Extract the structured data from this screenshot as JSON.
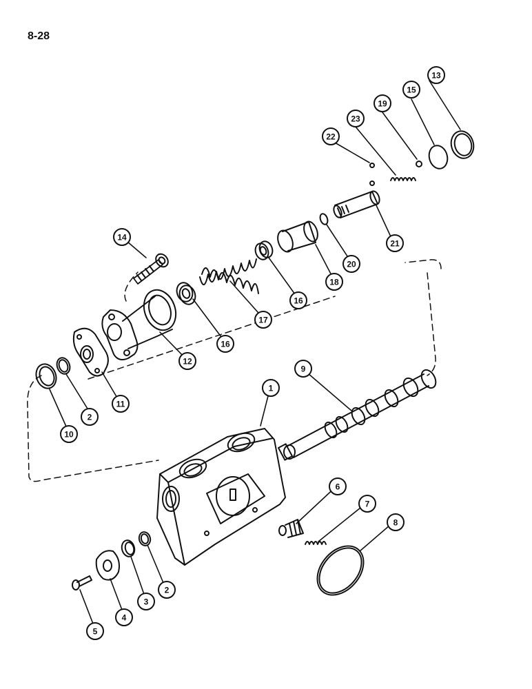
{
  "page": {
    "number": "8-28"
  },
  "colors": {
    "ink": "#111111",
    "paper": "#ffffff"
  },
  "callouts": [
    {
      "id": "callout-1",
      "label": "1",
      "part": "valve-section-body"
    },
    {
      "id": "callout-2a",
      "label": "2",
      "part": "o-ring"
    },
    {
      "id": "callout-2b",
      "label": "2",
      "part": "o-ring"
    },
    {
      "id": "callout-3",
      "label": "3",
      "part": "seal"
    },
    {
      "id": "callout-4",
      "label": "4",
      "part": "retainer-plate"
    },
    {
      "id": "callout-5",
      "label": "5",
      "part": "screw"
    },
    {
      "id": "callout-6",
      "label": "6",
      "part": "plug"
    },
    {
      "id": "callout-7",
      "label": "7",
      "part": "spring"
    },
    {
      "id": "callout-8",
      "label": "8",
      "part": "large-o-ring"
    },
    {
      "id": "callout-9",
      "label": "9",
      "part": "spool"
    },
    {
      "id": "callout-10",
      "label": "10",
      "part": "seal"
    },
    {
      "id": "callout-11",
      "label": "11",
      "part": "plate"
    },
    {
      "id": "callout-12",
      "label": "12",
      "part": "cap-housing"
    },
    {
      "id": "callout-13",
      "label": "13",
      "part": "ring"
    },
    {
      "id": "callout-14",
      "label": "14",
      "part": "cap-screw"
    },
    {
      "id": "callout-15",
      "label": "15",
      "part": "washer"
    },
    {
      "id": "callout-16a",
      "label": "16",
      "part": "spring-seat"
    },
    {
      "id": "callout-16b",
      "label": "16",
      "part": "spring-seat"
    },
    {
      "id": "callout-17",
      "label": "17",
      "part": "centering-spring"
    },
    {
      "id": "callout-18",
      "label": "18",
      "part": "sleeve"
    },
    {
      "id": "callout-19",
      "label": "19",
      "part": "ball"
    },
    {
      "id": "callout-20",
      "label": "20",
      "part": "o-ring"
    },
    {
      "id": "callout-21",
      "label": "21",
      "part": "detent-stud"
    },
    {
      "id": "callout-22",
      "label": "22",
      "part": "ball"
    },
    {
      "id": "callout-23",
      "label": "23",
      "part": "spring"
    }
  ]
}
